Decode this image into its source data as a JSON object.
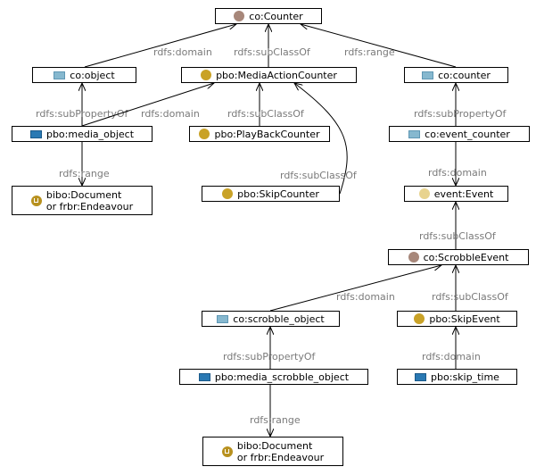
{
  "colors": {
    "class_icon": "#c9a227",
    "class_icon_alt": "#a7877a",
    "class_icon_light": "#e8d38e",
    "object_property_icon": "#2a79b3",
    "object_property_icon_light": "#86b8cf",
    "datatype_icon": "#b8911f",
    "edge_color": "#000000",
    "edge_label_color": "#7a7a7a"
  },
  "nodes": [
    {
      "id": "co_Counter",
      "label": "co:Counter",
      "icon": "class-alt-icon"
    },
    {
      "id": "co_object",
      "label": "co:object",
      "icon": "object-property-light-icon"
    },
    {
      "id": "pbo_MediaActionCounter",
      "label": "pbo:MediaActionCounter",
      "icon": "class-icon"
    },
    {
      "id": "co_counter",
      "label": "co:counter",
      "icon": "object-property-light-icon"
    },
    {
      "id": "pbo_media_object",
      "label": "pbo:media_object",
      "icon": "object-property-icon"
    },
    {
      "id": "pbo_PlayBackCounter",
      "label": "pbo:PlayBackCounter",
      "icon": "class-icon"
    },
    {
      "id": "co_event_counter",
      "label": "co:event_counter",
      "icon": "object-property-light-icon"
    },
    {
      "id": "bibo_Document_1",
      "label": "bibo:Document",
      "label2": "or frbr:Endeavour",
      "icon": "datatype-icon"
    },
    {
      "id": "pbo_SkipCounter",
      "label": "pbo:SkipCounter",
      "icon": "class-icon"
    },
    {
      "id": "event_Event",
      "label": "event:Event",
      "icon": "class-light-icon"
    },
    {
      "id": "co_ScrobbleEvent",
      "label": "co:ScrobbleEvent",
      "icon": "class-alt-icon"
    },
    {
      "id": "co_scrobble_object",
      "label": "co:scrobble_object",
      "icon": "object-property-light-icon"
    },
    {
      "id": "pbo_SkipEvent",
      "label": "pbo:SkipEvent",
      "icon": "class-icon"
    },
    {
      "id": "pbo_media_scrobble_object",
      "label": "pbo:media_scrobble_object",
      "icon": "object-property-icon"
    },
    {
      "id": "pbo_skip_time",
      "label": "pbo:skip_time",
      "icon": "object-property-icon"
    },
    {
      "id": "bibo_Document_2",
      "label": "bibo:Document",
      "label2": "or frbr:Endeavour",
      "icon": "datatype-icon"
    }
  ],
  "edges": [
    {
      "from": "co_object",
      "to": "co_Counter",
      "label": "rdfs:domain"
    },
    {
      "from": "pbo_MediaActionCounter",
      "to": "co_Counter",
      "label": "rdfs:subClassOf"
    },
    {
      "from": "co_counter",
      "to": "co_Counter",
      "label": "rdfs:range"
    },
    {
      "from": "pbo_media_object",
      "to": "co_object",
      "label": "rdfs:subPropertyOf"
    },
    {
      "from": "pbo_media_object",
      "to": "pbo_MediaActionCounter",
      "label": "rdfs:domain"
    },
    {
      "from": "pbo_PlayBackCounter",
      "to": "pbo_MediaActionCounter",
      "label": "rdfs:subClassOf"
    },
    {
      "from": "pbo_SkipCounter",
      "to": "pbo_MediaActionCounter",
      "label": "rdfs:subClassOf"
    },
    {
      "from": "co_event_counter",
      "to": "co_counter",
      "label": "rdfs:subPropertyOf"
    },
    {
      "from": "pbo_media_object",
      "to": "bibo_Document_1",
      "label": "rdfs:range"
    },
    {
      "from": "co_event_counter",
      "to": "event_Event",
      "label": "rdfs:domain"
    },
    {
      "from": "co_ScrobbleEvent",
      "to": "event_Event",
      "label": "rdfs:subClassOf"
    },
    {
      "from": "co_scrobble_object",
      "to": "co_ScrobbleEvent",
      "label": "rdfs:domain"
    },
    {
      "from": "pbo_SkipEvent",
      "to": "co_ScrobbleEvent",
      "label": "rdfs:subClassOf"
    },
    {
      "from": "pbo_media_scrobble_object",
      "to": "co_scrobble_object",
      "label": "rdfs:subPropertyOf"
    },
    {
      "from": "pbo_skip_time",
      "to": "pbo_SkipEvent",
      "label": "rdfs:domain"
    },
    {
      "from": "pbo_media_scrobble_object",
      "to": "bibo_Document_2",
      "label": "rdfs:range"
    }
  ]
}
